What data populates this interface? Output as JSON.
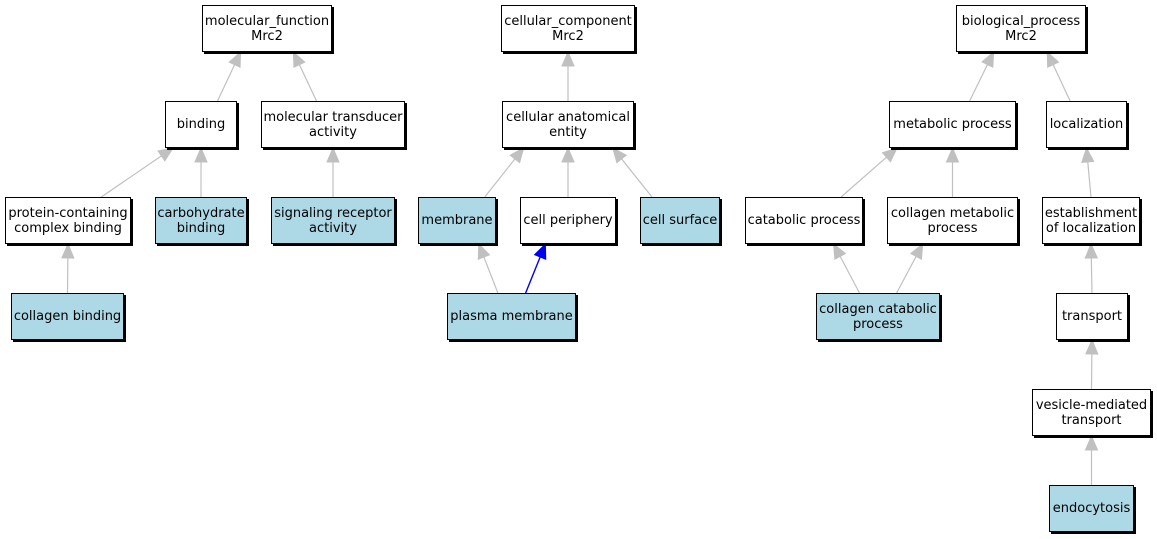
{
  "colors": {
    "highlight": "#add8e6",
    "plain": "#ffffff",
    "edge": "#c0c0c0",
    "edge_focus": "#0000ee"
  },
  "nodes": {
    "mf": {
      "label": "molecular_function\nMrc2",
      "highlight": false
    },
    "binding": {
      "label": "binding",
      "highlight": false
    },
    "mtrans": {
      "label": "molecular transducer\nactivity",
      "highlight": false
    },
    "pcb": {
      "label": "protein-containing\ncomplex binding",
      "highlight": false
    },
    "carb": {
      "label": "carbohydrate\nbinding",
      "highlight": true
    },
    "sigrec": {
      "label": "signaling receptor\nactivity",
      "highlight": true
    },
    "colbind": {
      "label": "collagen binding",
      "highlight": true
    },
    "cc": {
      "label": "cellular_component\nMrc2",
      "highlight": false
    },
    "cae": {
      "label": "cellular anatomical\nentity",
      "highlight": false
    },
    "membrane": {
      "label": "membrane",
      "highlight": true
    },
    "cellper": {
      "label": "cell periphery",
      "highlight": false
    },
    "cellsurf": {
      "label": "cell surface",
      "highlight": true
    },
    "plasma": {
      "label": "plasma membrane",
      "highlight": true
    },
    "bp": {
      "label": "biological_process\nMrc2",
      "highlight": false
    },
    "metab": {
      "label": "metabolic process",
      "highlight": false
    },
    "local": {
      "label": "localization",
      "highlight": false
    },
    "catab": {
      "label": "catabolic process",
      "highlight": false
    },
    "colmet": {
      "label": "collagen metabolic\nprocess",
      "highlight": false
    },
    "estab": {
      "label": "establishment\nof localization",
      "highlight": false
    },
    "colcat": {
      "label": "collagen catabolic\nprocess",
      "highlight": true
    },
    "transport": {
      "label": "transport",
      "highlight": false
    },
    "vesicle": {
      "label": "vesicle-mediated\ntransport",
      "highlight": false
    },
    "endo": {
      "label": "endocytosis",
      "highlight": true
    }
  },
  "edges": [
    {
      "from": "binding",
      "to": "mf",
      "focus": false
    },
    {
      "from": "mtrans",
      "to": "mf",
      "focus": false
    },
    {
      "from": "pcb",
      "to": "binding",
      "focus": false
    },
    {
      "from": "carb",
      "to": "binding",
      "focus": false
    },
    {
      "from": "sigrec",
      "to": "mtrans",
      "focus": false
    },
    {
      "from": "colbind",
      "to": "pcb",
      "focus": false
    },
    {
      "from": "cae",
      "to": "cc",
      "focus": false
    },
    {
      "from": "membrane",
      "to": "cae",
      "focus": false
    },
    {
      "from": "cellper",
      "to": "cae",
      "focus": false
    },
    {
      "from": "cellsurf",
      "to": "cae",
      "focus": false
    },
    {
      "from": "plasma",
      "to": "membrane",
      "focus": false
    },
    {
      "from": "plasma",
      "to": "cellper",
      "focus": true
    },
    {
      "from": "metab",
      "to": "bp",
      "focus": false
    },
    {
      "from": "local",
      "to": "bp",
      "focus": false
    },
    {
      "from": "catab",
      "to": "metab",
      "focus": false
    },
    {
      "from": "colmet",
      "to": "metab",
      "focus": false
    },
    {
      "from": "estab",
      "to": "local",
      "focus": false
    },
    {
      "from": "colcat",
      "to": "catab",
      "focus": false
    },
    {
      "from": "colcat",
      "to": "colmet",
      "focus": false
    },
    {
      "from": "transport",
      "to": "estab",
      "focus": false
    },
    {
      "from": "vesicle",
      "to": "transport",
      "focus": false
    },
    {
      "from": "endo",
      "to": "vesicle",
      "focus": false
    }
  ]
}
